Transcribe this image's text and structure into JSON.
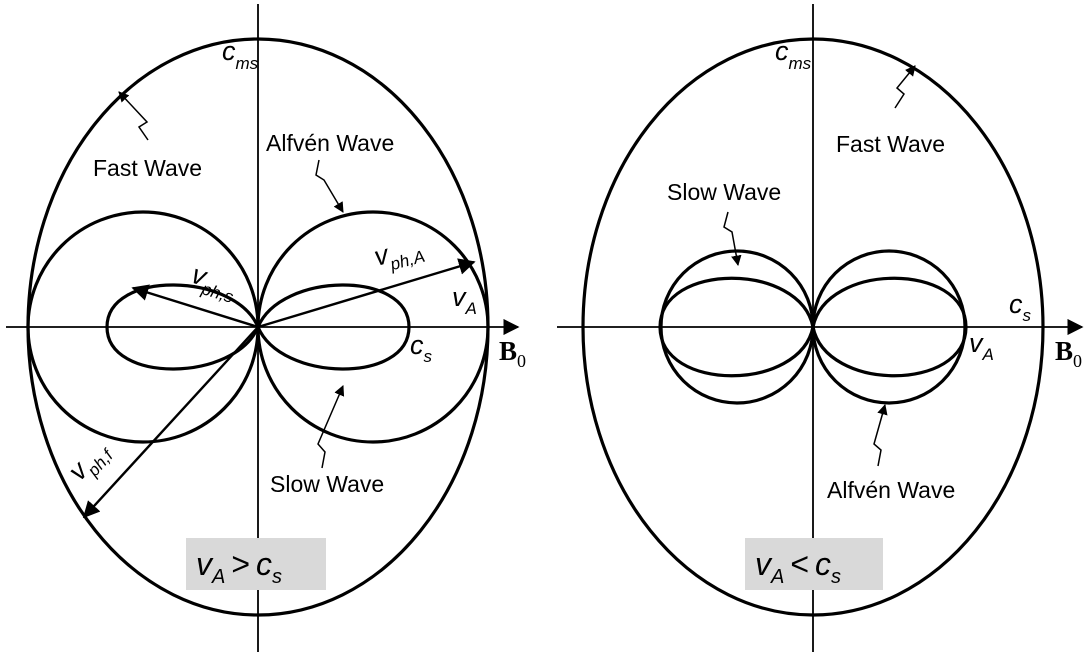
{
  "panels": [
    {
      "condition": {
        "lhs": "v",
        "lhs_sub": "A",
        "op": ">",
        "rhs": "c",
        "rhs_sub": "s"
      },
      "labels": {
        "c_ms": {
          "sym": "c",
          "sub": "ms"
        },
        "c_s": {
          "sym": "c",
          "sub": "s"
        },
        "v_A": {
          "sym": "v",
          "sub": "A"
        },
        "fast_wave": "Fast Wave",
        "alfven_wave": "Alfvén Wave",
        "slow_wave": "Slow Wave",
        "v_ph_s": {
          "sym": "v",
          "sub": "ph,s"
        },
        "v_ph_A": {
          "sym": "v",
          "sub": "ph,A"
        },
        "v_ph_f": {
          "sym": "v",
          "sub": "ph,f"
        },
        "b_field": {
          "sym": "B",
          "sub": "0"
        }
      }
    },
    {
      "condition": {
        "lhs": "v",
        "lhs_sub": "A",
        "op": "<",
        "rhs": "c",
        "rhs_sub": "s"
      },
      "labels": {
        "c_ms": {
          "sym": "c",
          "sub": "ms"
        },
        "c_s": {
          "sym": "c",
          "sub": "s"
        },
        "v_A": {
          "sym": "v",
          "sub": "A"
        },
        "fast_wave": "Fast Wave",
        "alfven_wave": "Alfvén Wave",
        "slow_wave": "Slow Wave",
        "b_field": {
          "sym": "B",
          "sub": "0"
        }
      }
    }
  ]
}
